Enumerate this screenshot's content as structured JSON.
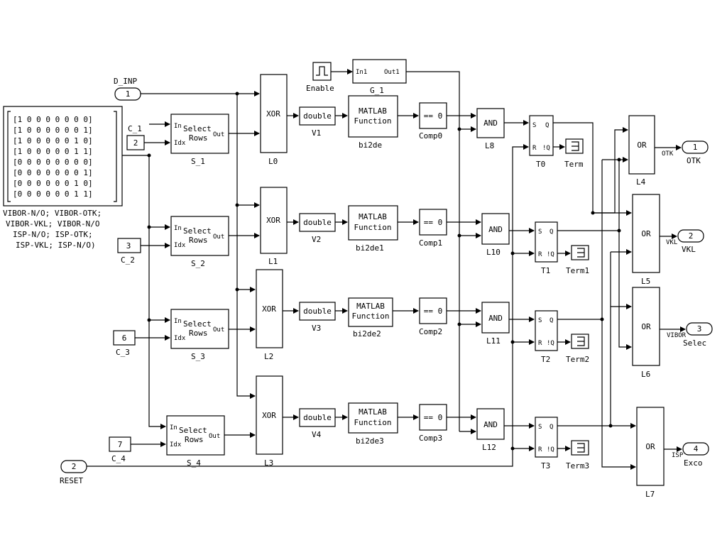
{
  "inports": [
    {
      "num": "1",
      "label": "D_INP"
    },
    {
      "num": "2",
      "label": "RESET"
    }
  ],
  "constants": [
    {
      "value": "2",
      "label": "C_1"
    },
    {
      "value": "3",
      "label": "C_2"
    },
    {
      "value": "6",
      "label": "C_3"
    },
    {
      "value": "7",
      "label": "C_4"
    }
  ],
  "matrix": {
    "rows": [
      "[1 0 0 0 0 0 0 0]",
      "[1 0 0 0 0 0 0 1]",
      "[1 0 0 0 0 0 1 0]",
      "[1 0 0 0 0 0 1 1]",
      "[0 0 0 0 0 0 0 0]",
      "[0 0 0 0 0 0 0 1]",
      "[0 0 0 0 0 0 1 0]",
      "[0 0 0 0 0 0 1 1]"
    ],
    "caption": [
      "VIBOR-N/O; VIBOR-OTK;",
      "VIBOR-VKL; VIBOR-N/O",
      "ISP-N/O; ISP-OTK;",
      "ISP-VKL; ISP-N/O)"
    ]
  },
  "selectors": {
    "text1": "Select",
    "text2": "Rows",
    "in": "In",
    "idx": "Idx",
    "out": "Out",
    "labels": [
      "S_1",
      "S_2",
      "S_3",
      "S_4"
    ]
  },
  "xors": {
    "text": "XOR",
    "labels": [
      "L0",
      "L1",
      "L2",
      "L3"
    ]
  },
  "doubles": {
    "text": "double",
    "labels": [
      "V1",
      "V2",
      "V3",
      "V4"
    ]
  },
  "matlab": {
    "text1": "MATLAB",
    "text2": "Function",
    "labels": [
      "bi2de",
      "bi2de1",
      "bi2de2",
      "bi2de3"
    ]
  },
  "comps": {
    "text": "== 0",
    "labels": [
      "Comp0",
      "Comp1",
      "Comp2",
      "Comp3"
    ]
  },
  "ands": {
    "text": "AND",
    "labels": [
      "L8",
      "L10",
      "L11",
      "L12"
    ]
  },
  "flipflops": {
    "s": "S",
    "q": "Q",
    "r": "R",
    "nq": "!Q",
    "labels": [
      "T0",
      "T1",
      "T2",
      "T3"
    ]
  },
  "terms": {
    "labels": [
      "Term",
      "Term1",
      "Term2",
      "Term3"
    ]
  },
  "ors": {
    "text": "OR",
    "labels": [
      "L4",
      "L5",
      "L6",
      "L7"
    ]
  },
  "outports": [
    {
      "num": "1",
      "sig": "OTK",
      "label": "OTK"
    },
    {
      "num": "2",
      "sig": "VKL",
      "label": "VKL"
    },
    {
      "num": "3",
      "sig": "VIBOR",
      "label": "Selec"
    },
    {
      "num": "4",
      "sig": "ISP",
      "label": "Exco"
    }
  ],
  "enable": {
    "label": "Enable"
  },
  "g1": {
    "in": "In1",
    "out": "Out1",
    "label": "G_1"
  }
}
